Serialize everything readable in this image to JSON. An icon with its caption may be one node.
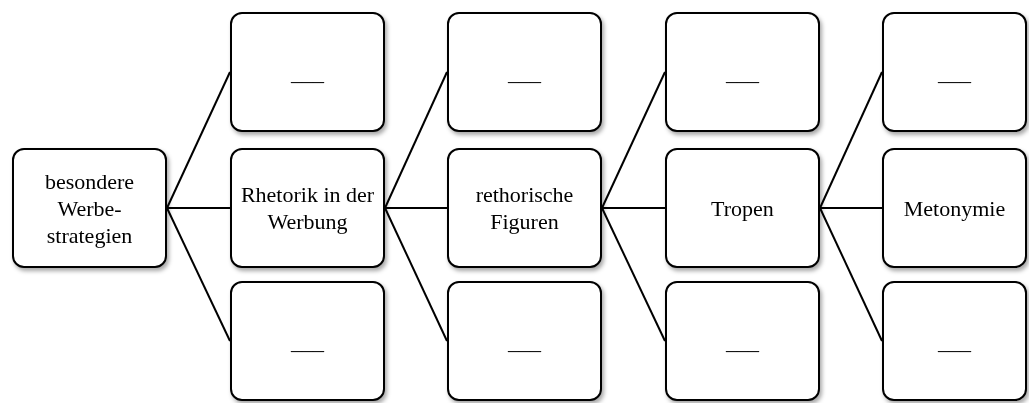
{
  "diagram": {
    "nodes": [
      {
        "text": [
          "besondere Werbe-strategien"
        ]
      },
      {
        "text": [
          "___"
        ]
      },
      {
        "text": [
          "Rhetorik in der Werbung"
        ]
      },
      {
        "text": [
          "___"
        ]
      },
      {
        "text": [
          "___"
        ]
      },
      {
        "text": [
          "rethorische Figuren"
        ]
      },
      {
        "text": [
          "___"
        ]
      },
      {
        "text": [
          "___"
        ]
      },
      {
        "text": [
          "Tropen"
        ]
      },
      {
        "text": [
          "___"
        ]
      },
      {
        "text": [
          "___"
        ]
      },
      {
        "text": [
          "Metonymie"
        ]
      },
      {
        "text": [
          "___"
        ]
      }
    ],
    "edges": [
      {
        "from": 0,
        "to": 1,
        "arrow": "none"
      },
      {
        "from": 0,
        "to": 2,
        "arrow": "none"
      },
      {
        "from": 0,
        "to": 3,
        "arrow": "none"
      },
      {
        "from": 2,
        "to": 4,
        "arrow": "none"
      },
      {
        "from": 2,
        "to": 5,
        "arrow": "none"
      },
      {
        "from": 2,
        "to": 6,
        "arrow": "none"
      },
      {
        "from": 5,
        "to": 7,
        "arrow": "none"
      },
      {
        "from": 5,
        "to": 8,
        "arrow": "none"
      },
      {
        "from": 5,
        "to": 9,
        "arrow": "none"
      },
      {
        "from": 8,
        "to": 10,
        "arrow": "none"
      },
      {
        "from": 8,
        "to": 11,
        "arrow": "none"
      },
      {
        "from": 8,
        "to": 12,
        "arrow": "none"
      }
    ]
  }
}
